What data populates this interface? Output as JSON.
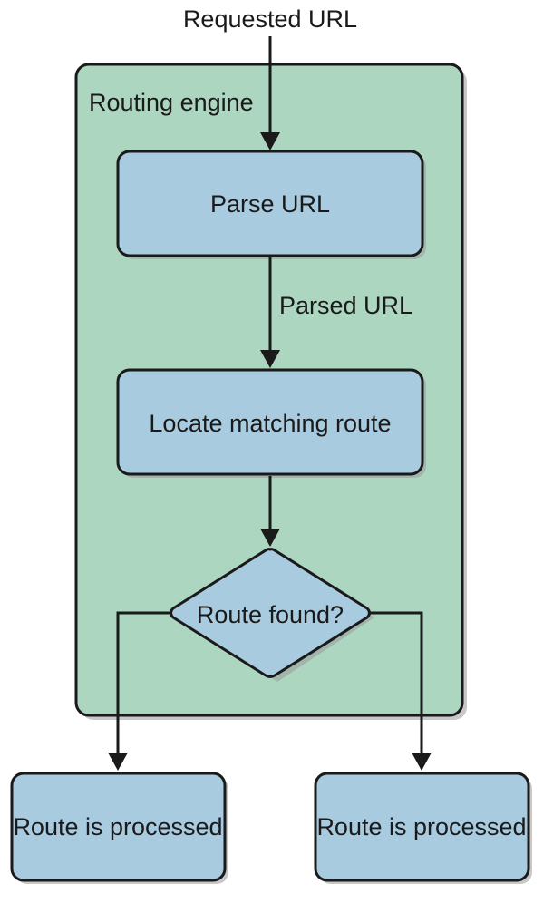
{
  "diagram": {
    "input_label": "Requested URL",
    "container_label": "Routing engine",
    "step1_label": "Parse URL",
    "edge1_label": "Parsed URL",
    "step2_label": "Locate matching route",
    "decision_label": "Route found?",
    "outcome_left_label": "Route is processed",
    "outcome_right_label": "Route is processed"
  },
  "colors": {
    "container_fill": "#acd6c0",
    "box_fill": "#a9cbe0",
    "stroke": "#1a1a1a"
  }
}
